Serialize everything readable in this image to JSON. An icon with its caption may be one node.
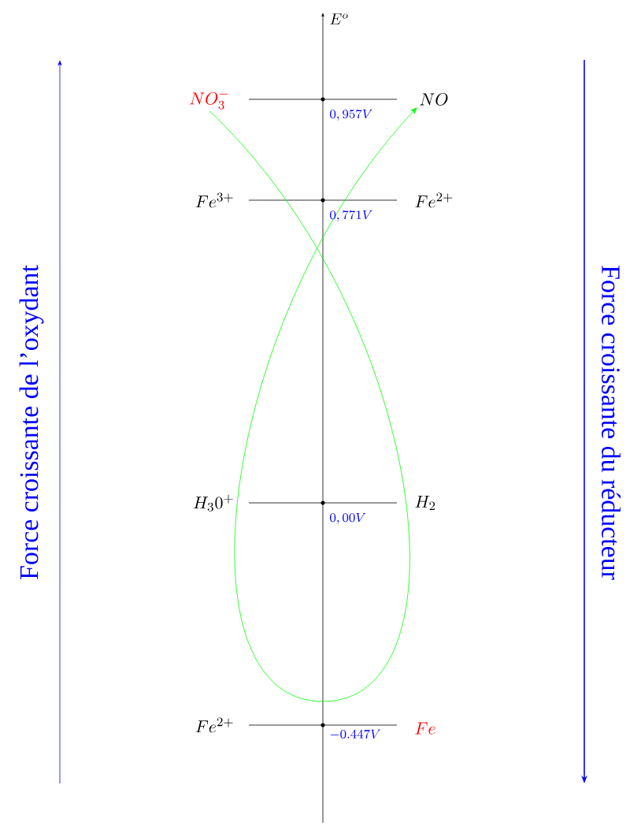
{
  "diagram": {
    "nodes": [
      {
        "text": [
          "NO_3^-"
        ]
      },
      {
        "text": [
          "NO"
        ]
      }
    ],
    "edges": [
      {
        "from": 0,
        "to": 1,
        "arrow": "to"
      }
    ],
    "labels": [
      "E^o",
      "0,957V",
      "Fe^{3+}",
      "Fe^{2+}",
      "0,771V",
      "H_30^+",
      "H_2",
      "0,00V",
      "Fe^{2+}",
      "-0.447V",
      "Fe",
      "Force croissante de l’oxydant",
      "Force croissante du réducteur"
    ]
  }
}
